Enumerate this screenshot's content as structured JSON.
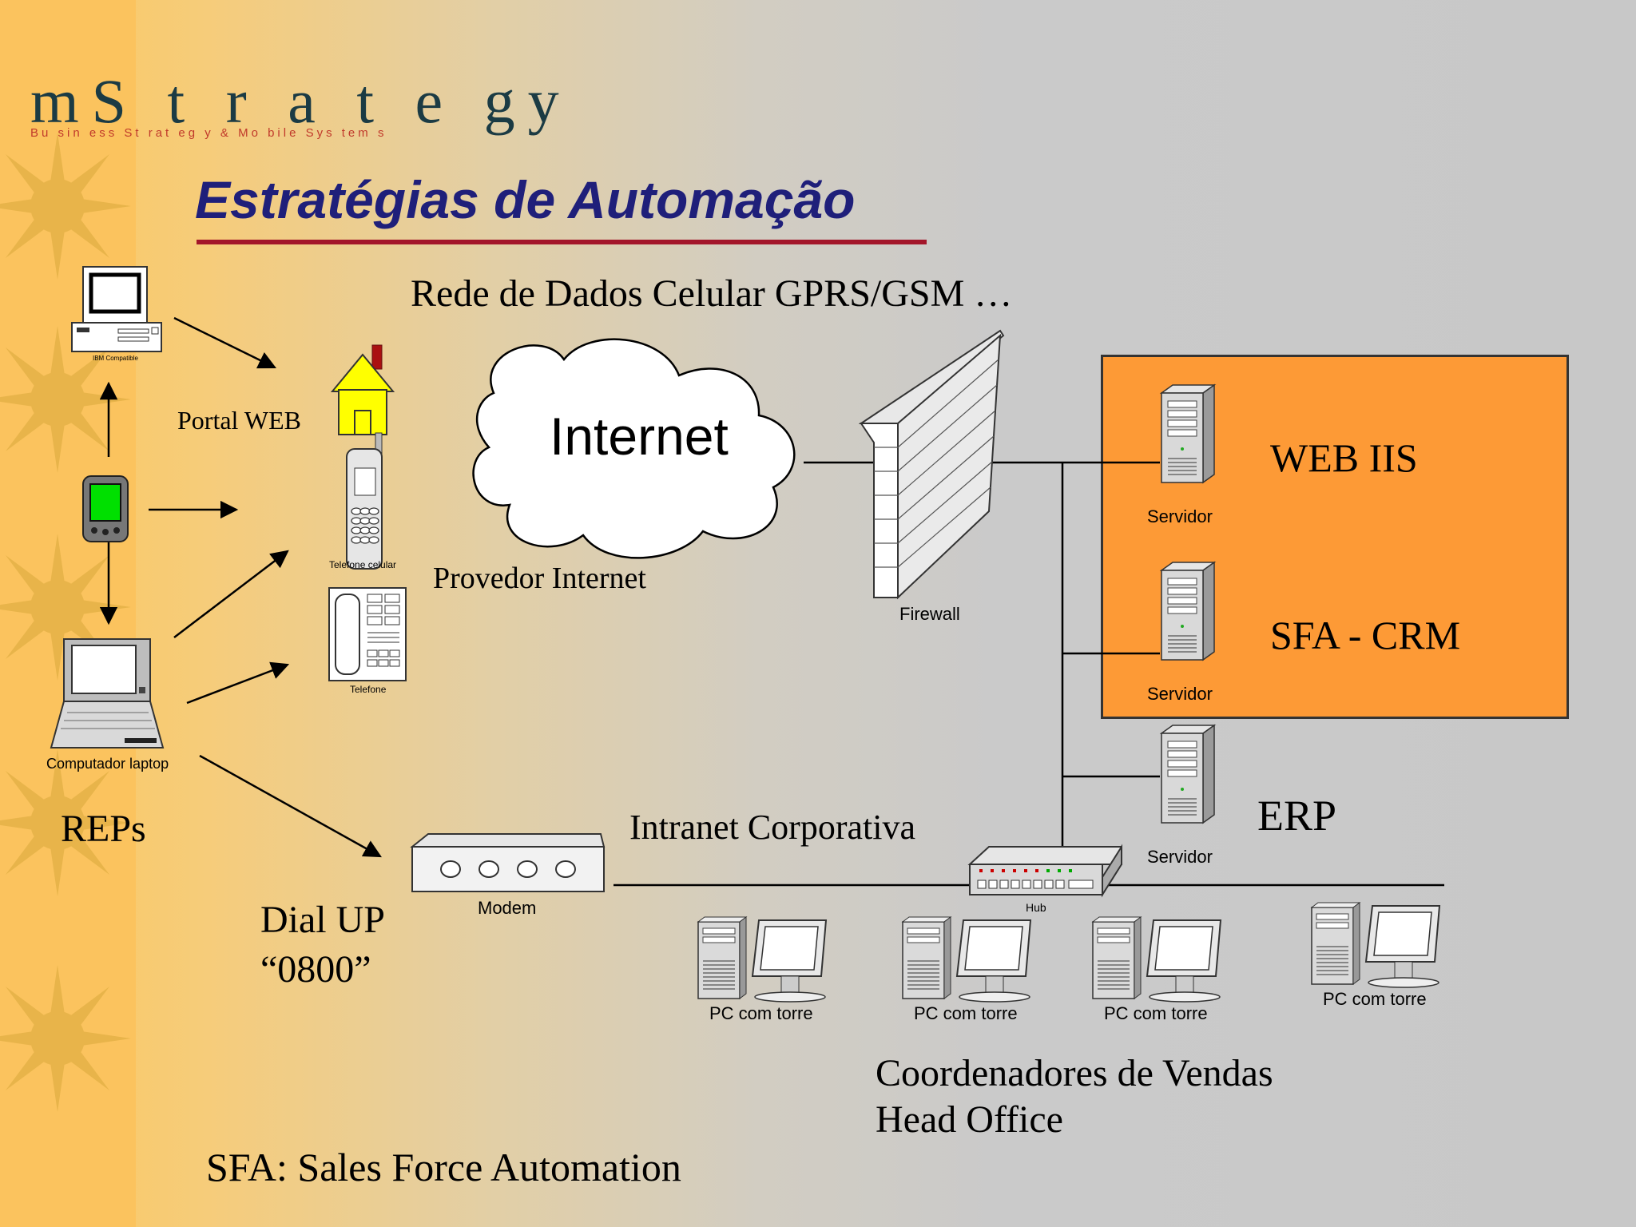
{
  "logo": {
    "brand": "mS t r a t e gy",
    "tagline": "Bu sin ess St rat eg y & Mo bile Sys tem s"
  },
  "title": "Estratégias de Automação",
  "labels": {
    "network": "Rede de Dados Celular GPRS/GSM …",
    "portal": "Portal WEB",
    "internet": "Internet",
    "provider": "Provedor Internet",
    "intranet": "Intranet Corporativa",
    "reps": "REPs",
    "dialup_line1": "Dial UP",
    "dialup_line2": "“0800”",
    "web_iis": "WEB IIS",
    "sfa_crm": "SFA - CRM",
    "erp": "ERP",
    "coord_line1": "Coordenadores de Vendas",
    "coord_line2": "Head Office",
    "footer": "SFA: Sales Force Automation"
  },
  "device_labels": {
    "ibm": "IBM Compatible",
    "cellphone": "Telefone celular",
    "phone": "Telefone",
    "laptop": "Computador laptop",
    "firewall": "Firewall",
    "server1": "Servidor",
    "server2": "Servidor",
    "server3": "Servidor",
    "modem": "Modem",
    "hub": "Hub",
    "pc1": "PC com torre",
    "pc2": "PC com torre",
    "pc3": "PC com torre",
    "pc4": "PC com torre"
  },
  "colors": {
    "title": "#1f1f7a",
    "rule": "#a3162a",
    "server_box": "#fd9a36",
    "pda_screen": "#00e000"
  },
  "icons": [
    "sun-icon",
    "ibm-pc-icon",
    "pda-icon",
    "laptop-icon",
    "house-icon",
    "cellphone-icon",
    "phone-icon",
    "cloud-icon",
    "firewall-icon",
    "server-icon",
    "modem-icon",
    "hub-icon",
    "pc-tower-icon"
  ]
}
